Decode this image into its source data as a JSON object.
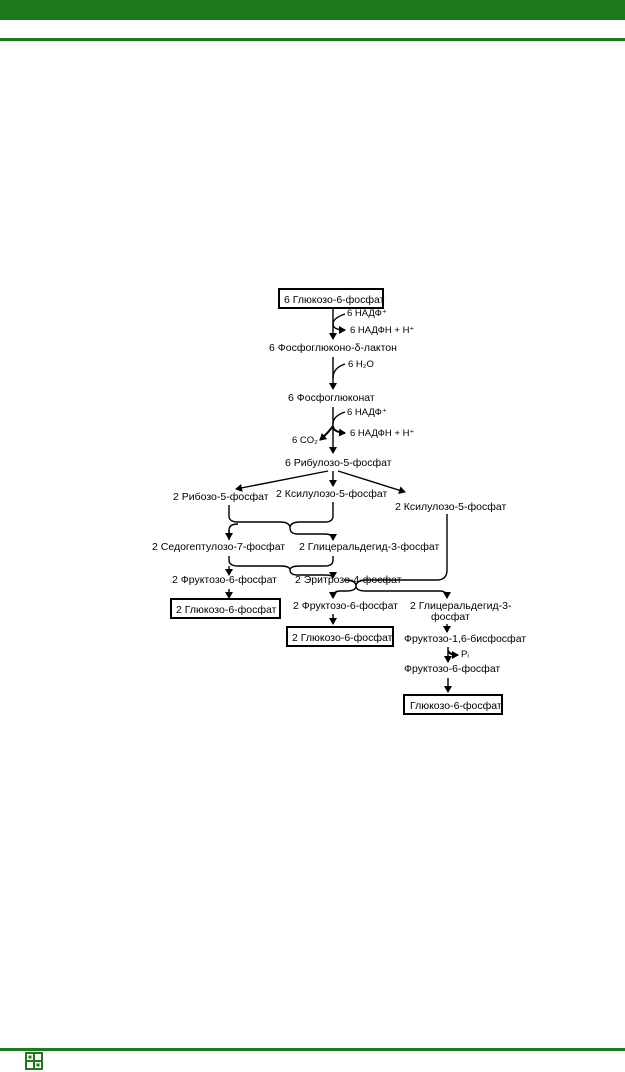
{
  "colors": {
    "band": "#1e7a1e",
    "ink": "#000000"
  },
  "footer": {
    "logo_icon": "logo-icon"
  },
  "diagram": {
    "glucose6p_6": "6 Глюкозо-6-фосфат",
    "nadp_6": "6 НАДФ⁺",
    "nadph_6a": "6 НАДФН + H⁺",
    "lactone": "6  Фосфоглюконо-δ-лактон",
    "water": "6  H₂O",
    "gluconate": "6  Фосфоглюконат",
    "nadp_6b": "6 НАДФ⁺",
    "co2": "6  CO₂",
    "nadph_6b": "6 НАДФН  +  H⁺",
    "ribulose": "6 Рибулозо-5-фосфат",
    "ribose": "2 Рибозо-5-фосфат",
    "xylulose_a": "2  Ксилулозо-5-фосфат",
    "xylulose_b": "2 Ксилулозо-5-фосфат",
    "sedo": "2  Седогептулозо-7-фосфат",
    "glyceraldehyde_a": "2  Глицеральдегид-3-фосфат",
    "fructose_a": "2  Фруктозо-6-фосфат",
    "erythrose": "2  Эритрозо-4-фосфат",
    "glucose6p_2a": "2  Глюкозо-6-фосфат",
    "fructose_b": "2  Фруктозо-6-фосфат",
    "glyceraldehyde_b1": "2  Глицеральдегид-3-",
    "glyceraldehyde_b2": "фосфат",
    "glucose6p_2b": "2  Глюкозо-6-фосфат",
    "fbp": "Фруктозо-1,6-бисфосфат",
    "pi": "Pᵢ",
    "f6p": "Фруктозо-6-фосфат",
    "glucose6p_1": "Глюкозо-6-фосфат"
  }
}
